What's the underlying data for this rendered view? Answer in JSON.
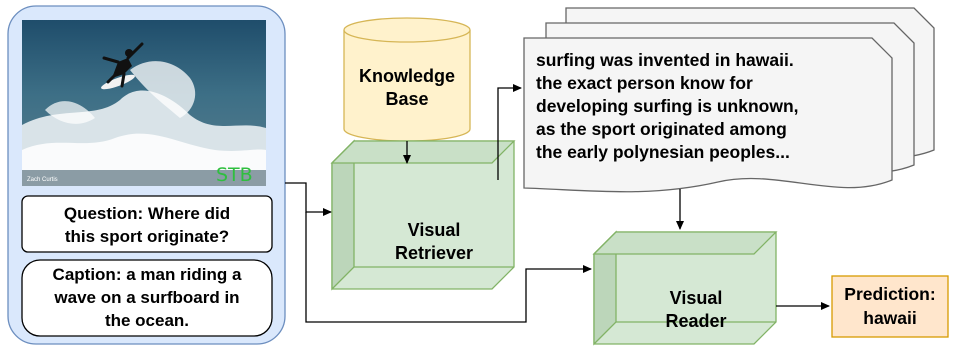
{
  "image_panel": {
    "photo_credit": "Zach Curtis",
    "watermark": "STB"
  },
  "question": {
    "lines": [
      "Question: Where did",
      "this sport originate?"
    ]
  },
  "caption": {
    "lines": [
      "Caption: a man riding a",
      "wave on a surfboard in",
      "the ocean."
    ]
  },
  "knowledge_base": {
    "lines": [
      "Knowledge",
      "Base"
    ]
  },
  "documents": {
    "lines": [
      "surfing was invented in hawaii.",
      "the exact person know for",
      "developing surfing is unknown,",
      "as the sport originated among",
      "the early polynesian peoples..."
    ]
  },
  "retriever": {
    "lines": [
      "Visual",
      "Retriever"
    ]
  },
  "reader": {
    "lines": [
      "Visual",
      "Reader"
    ]
  },
  "prediction": {
    "lines": [
      "Prediction:",
      "hawaii"
    ]
  },
  "colors": {
    "input_panel_fill": "#dae8fc",
    "input_panel_stroke": "#6c8ebf",
    "kb_fill": "#fff2cc",
    "kb_stroke": "#d6b656",
    "cube_fill": "#d5e8d4",
    "cube_stroke": "#82b366",
    "doc_fill": "#f5f5f5",
    "doc_stroke": "#666666",
    "prediction_fill": "#ffe6cc",
    "prediction_stroke": "#d79b00"
  }
}
